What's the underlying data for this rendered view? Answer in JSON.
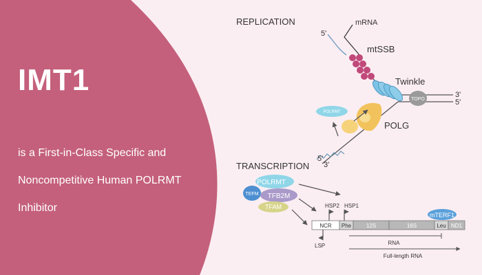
{
  "colors": {
    "background": "#fbeef3",
    "panel": "#c4607b",
    "line": "#555555",
    "bead": "#c0497a",
    "twinkle": "#7cc3e6",
    "topo": "#9a9a9a",
    "polg": "#f2c35c",
    "polrmt": "#8fd6e8",
    "tfam": "#d7d48a",
    "tfb2m": "#a99ac9",
    "tefm": "#4d8fd1",
    "mterf1": "#5aa0db",
    "gene_bar": "#b8b8b8"
  },
  "left_panel": {
    "title": "IMT1",
    "subtitle_lines": [
      "is a First-in-Class Specific and",
      "Noncompetitive Human POLRMT",
      "Inhibitor"
    ]
  },
  "replication": {
    "heading": "REPLICATION",
    "mrna_label": "mRNA",
    "five_prime_top": "5'",
    "mtssb_label": "mtSSB",
    "twinkle_label": "Twinkle",
    "topo_label": "TOPO",
    "three_prime_right": "3'",
    "five_prime_right": "5'",
    "polrmt_label": "POLRMT",
    "polg_label": "POLG",
    "five_prime_bottom": "5'",
    "three_prime_bottom": "3'"
  },
  "transcription": {
    "heading": "TRANSCRIPTION",
    "complex": {
      "polrmt": "POLRMT",
      "tefm": "TEFM",
      "tfb2m": "TFB2M",
      "tfam": "TFAM"
    },
    "promoters": {
      "hsp2": "HSP2",
      "hsp1": "HSP1",
      "lsp": "LSP"
    },
    "mterf1": "mTERF1",
    "genes": [
      "NCR",
      "Phe",
      "12S",
      "16S",
      "Leu",
      "ND1"
    ],
    "rna_label": "RNA",
    "full_length_label": "Full-length RNA"
  }
}
